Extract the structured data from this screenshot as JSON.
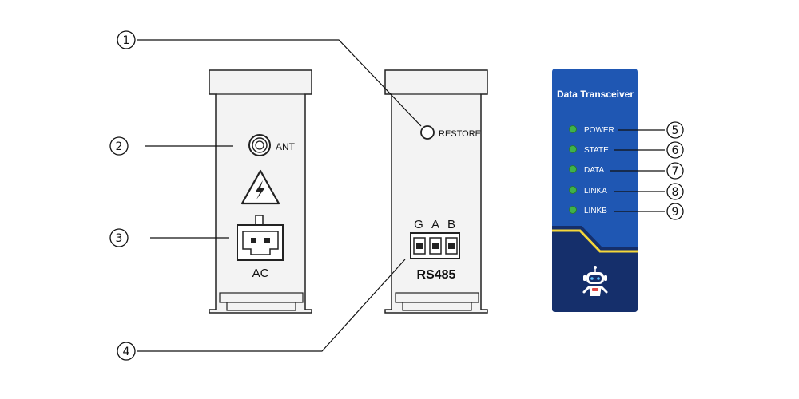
{
  "callouts": {
    "c1": "1",
    "c2": "2",
    "c3": "3",
    "c4": "4",
    "c5": "5",
    "c6": "6",
    "c7": "7",
    "c8": "8",
    "c9": "9"
  },
  "left_module": {
    "ant_label": "ANT",
    "ac_label": "AC"
  },
  "middle_module": {
    "restore_label": "RESTORE",
    "terminal_g": "G",
    "terminal_a": "A",
    "terminal_b": "B",
    "rs485_label": "RS485"
  },
  "front_panel": {
    "title": "Data Transceiver",
    "leds": [
      {
        "label": "POWER"
      },
      {
        "label": "STATE"
      },
      {
        "label": "DATA"
      },
      {
        "label": "LINKA"
      },
      {
        "label": "LINKB"
      }
    ],
    "colors": {
      "panel_blue": "#1f57b3",
      "panel_dark": "#152f6b",
      "accent_yellow": "#f5d73a",
      "led_green": "#3fb24a"
    }
  }
}
